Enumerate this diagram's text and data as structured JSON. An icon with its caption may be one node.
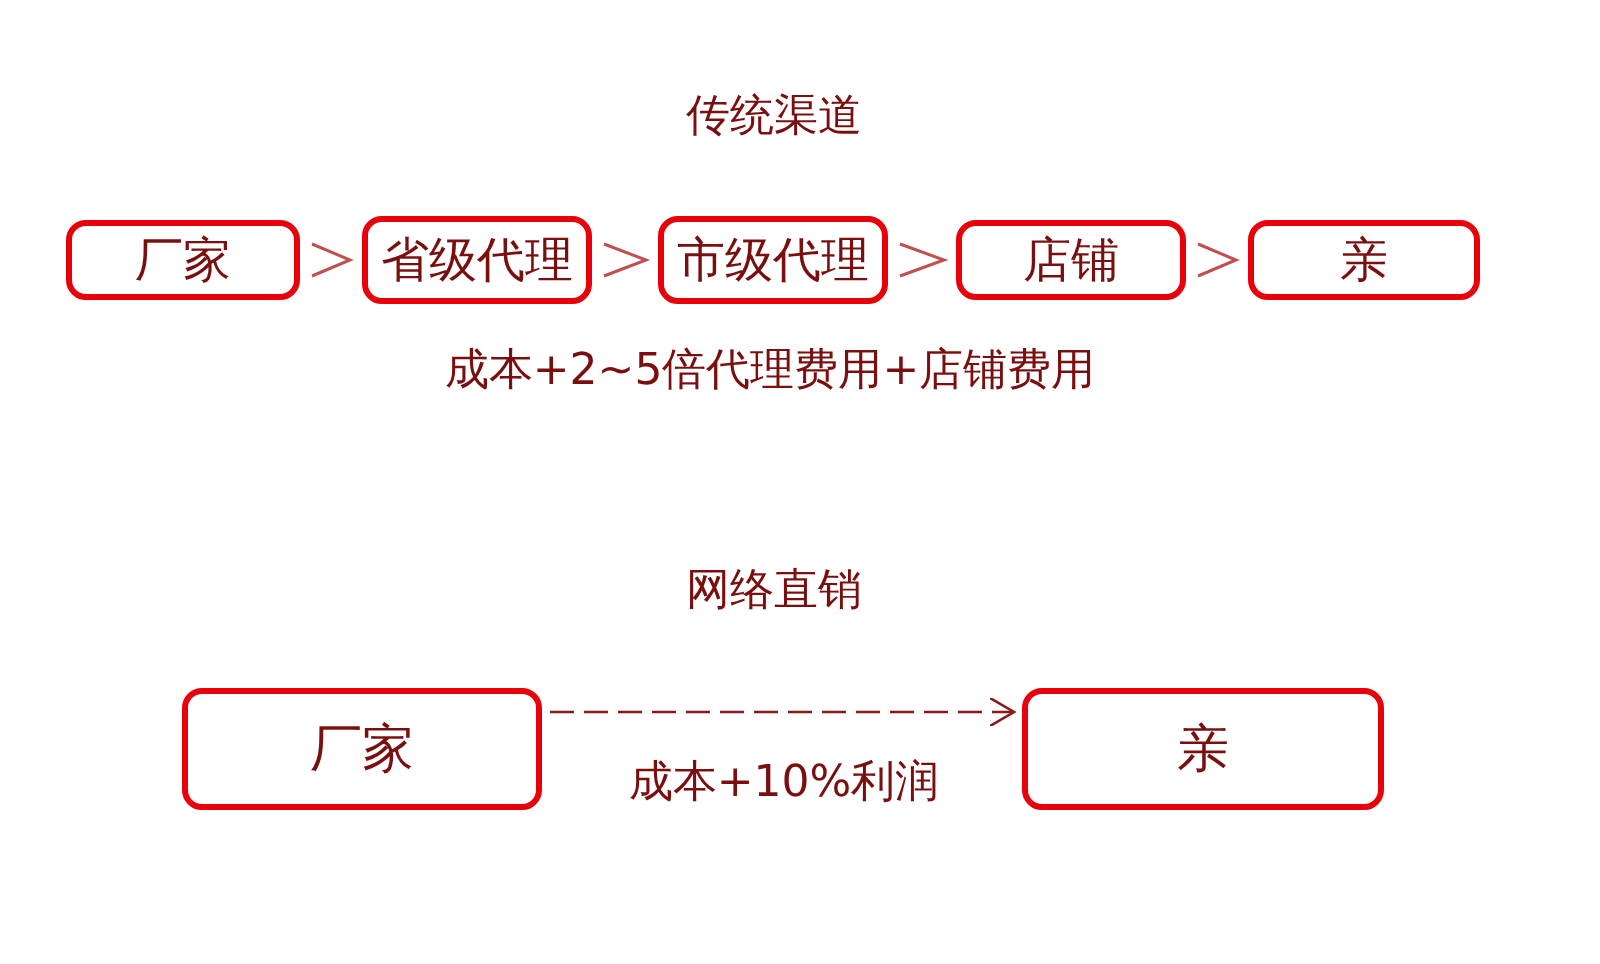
{
  "diagram": {
    "nodes": [
      {
        "text": [
          "厂家"
        ]
      },
      {
        "text": [
          "省级代理"
        ]
      },
      {
        "text": [
          "市级代理"
        ]
      },
      {
        "text": [
          "店铺"
        ]
      },
      {
        "text": [
          "亲"
        ]
      },
      {
        "text": [
          "厂家"
        ]
      },
      {
        "text": [
          "亲"
        ]
      }
    ],
    "edges": [
      {
        "from": 0,
        "to": 1,
        "arrow": "to"
      },
      {
        "from": 1,
        "to": 2,
        "arrow": "to"
      },
      {
        "from": 2,
        "to": 3,
        "arrow": "to"
      },
      {
        "from": 3,
        "to": 4,
        "arrow": "to"
      },
      {
        "from": 5,
        "to": 6,
        "arrow": "to",
        "style": "dashed",
        "label": "成本+10%利润"
      }
    ],
    "labels": [
      "传统渠道",
      "成本+2~5倍代理费用+店铺费用",
      "网络直销"
    ]
  }
}
